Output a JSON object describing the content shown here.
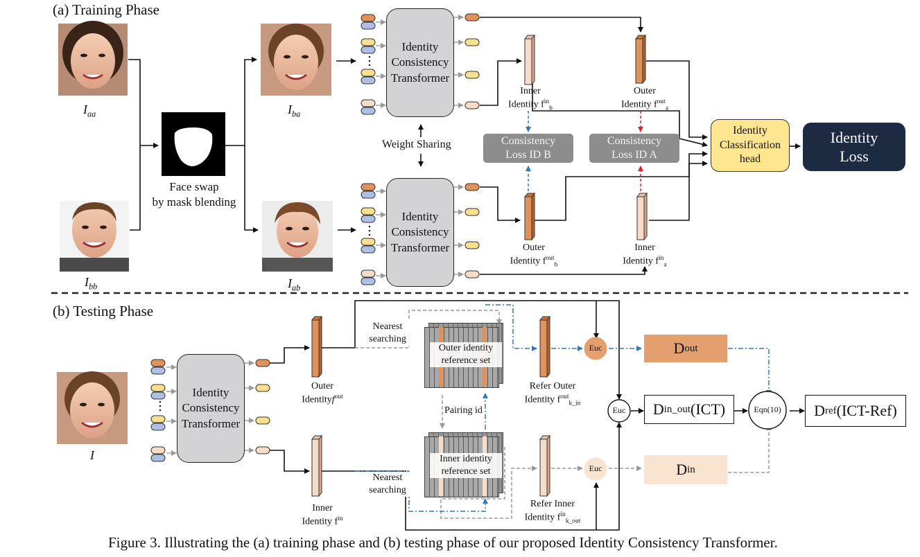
{
  "training": {
    "title": "(a) Training Phase",
    "labels": {
      "iaa": "I",
      "iaa_sub": "aa",
      "ibb": "I",
      "ibb_sub": "bb",
      "iba": "I",
      "iba_sub": "ba",
      "iab": "I",
      "iab_sub": "ab"
    },
    "face_swap": "Face swap\nby mask blending",
    "ict_label": "Identity\nConsistency\nTransformer",
    "weight_sharing": "Weight Sharing",
    "consistency_b": "Consistency\nLoss ID B",
    "consistency_a": "Consistency\nLoss ID A",
    "id_head": "Identity\nClassification\nhead",
    "id_loss": "Identity\nLoss",
    "inner_b": "Inner\nIdentity f",
    "inner_b_sup": "in",
    "inner_b_sub": "b",
    "outer_a": "Outer\nIdentity f",
    "outer_a_sup": "out",
    "outer_a_sub": "a",
    "outer_b": "Outer\nIdentity f",
    "outer_b_sup": "out",
    "outer_b_sub": "b",
    "inner_a": "Inner\nIdentity f",
    "inner_a_sup": "in",
    "inner_a_sub": "a"
  },
  "testing": {
    "title": "(b) Testing Phase",
    "input_label": "I",
    "ict_label": "Identity\nConsistency\nTransformer",
    "outer_identity": "Outer\nIdentity",
    "outer_identity_f": "f",
    "outer_identity_sup": "out",
    "inner_identity": "Inner\nIdentity f",
    "inner_identity_sup": "in",
    "nearest_searching": "Nearest\nsearching",
    "outer_ref_set": "Outer identity\nreference set",
    "inner_ref_set": "Inner identity\nreference set",
    "pairing_id": "Pairing id",
    "refer_outer": "Refer Outer\nIdentity f",
    "refer_outer_sup": "out",
    "refer_outer_sub": "k_in",
    "refer_inner": "Refer Inner\nIdentity f",
    "refer_inner_sup": "in",
    "refer_inner_sub": "k_out",
    "euc": "Euc",
    "d_out": "D",
    "d_out_sub": "out",
    "d_in": "D",
    "d_in_sub": "in",
    "d_in_out": "D",
    "d_in_out_sub": "in_out",
    "d_in_out_tail": "(ICT)",
    "eqn": "Eqn(10)",
    "d_ref": "D",
    "d_ref_sub": "ref",
    "d_ref_tail": "(ICT-Ref)"
  },
  "caption": "Figure 3. Illustrating the (a) training phase and (b) testing phase of our proposed Identity Consistency Transformer.",
  "colors": {
    "outer_orange": "#e0925a",
    "inner_peach": "#f4dcc8",
    "token_yellow": "#f8e08e",
    "token_blue": "#aebfe3",
    "ict_gray": "#d3d3d5",
    "consistency_gray": "#8d8d8d",
    "id_head_yellow": "#fde68f",
    "id_loss_navy": "#1c2b42",
    "arrow_blue": "#2d78c0",
    "arrow_red": "#e0202a",
    "d_out_fill": "#e3a06e",
    "d_in_fill": "#f9e3d1"
  }
}
